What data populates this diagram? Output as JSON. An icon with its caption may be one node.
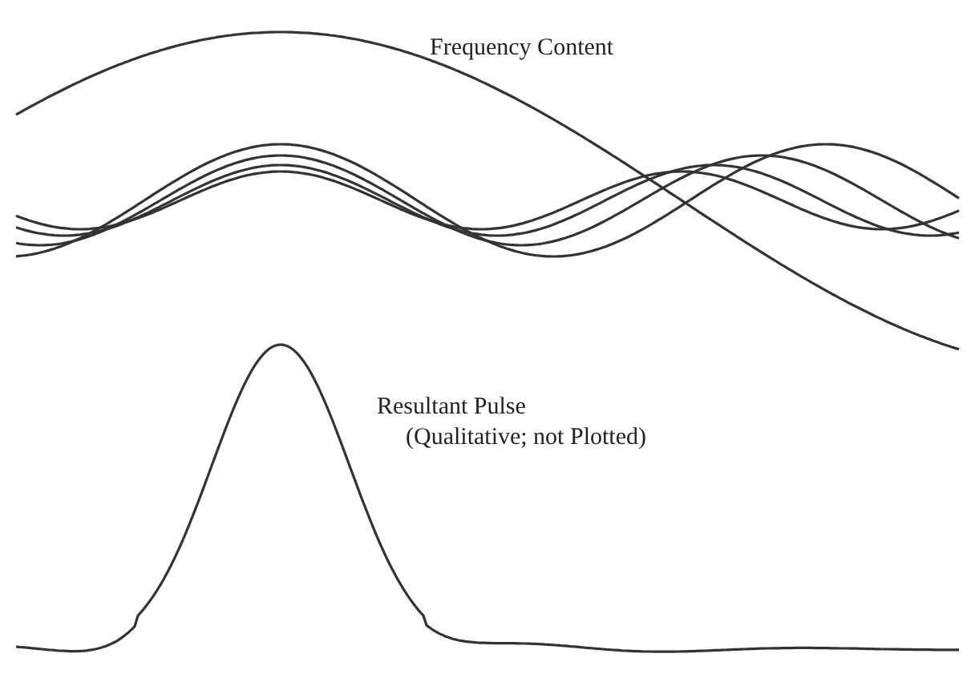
{
  "diagram": {
    "labels": [
      "Frequency Content",
      "Resultant Pulse",
      "(Qualitative; not Plotted)"
    ]
  }
}
